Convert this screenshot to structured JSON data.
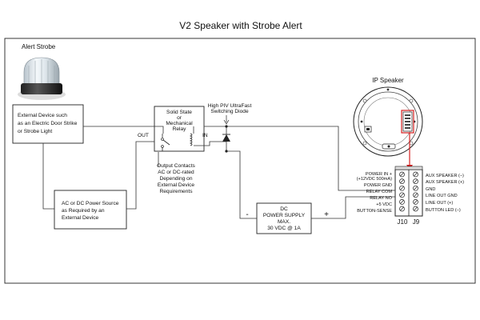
{
  "title": "V2 Speaker with Strobe Alert",
  "strobe": {
    "label": "Alert Strobe"
  },
  "external_device": {
    "lines": [
      "External Device such",
      "as an Electric Door Strike",
      "or Strobe Light"
    ]
  },
  "power_source": {
    "lines": [
      "AC or DC Power Source",
      "as Required by an",
      "External Device"
    ]
  },
  "relay": {
    "lines": [
      "Solid State",
      "or",
      "Mechanical",
      "Relay"
    ],
    "out_label": "OUT",
    "in_label": "IN"
  },
  "output_contacts_note": {
    "lines": [
      "Output Contacts",
      "AC or DC-rated",
      "Depending on",
      "External Device",
      "Requirements"
    ]
  },
  "diode": {
    "lines": [
      "High PIV UltraFast",
      "Switching Diode"
    ]
  },
  "dc_supply": {
    "lines": [
      "DC",
      "POWER SUPPLY",
      "MAX.",
      "30 VDC @ 1A"
    ],
    "minus": "-",
    "plus": "+"
  },
  "ip_speaker": {
    "label": "IP Speaker"
  },
  "connector_j10": {
    "name": "J10",
    "pins": [
      "POWER IN +",
      "(+12VDC 500mA)",
      "POWER GND",
      "RELAY COM",
      "RELAY NO",
      "+5 VDC",
      "BUTTON-SENSE"
    ]
  },
  "connector_j9": {
    "name": "J9",
    "pins": [
      "AUX SPEAKER (–)",
      "AUX SPEAKER (+)",
      "GND",
      "LINE OUT GND",
      "LINE OUT (+)",
      "BUTTON LED (–)"
    ]
  },
  "colors": {
    "highlight": "#d42020",
    "wire": "#333333"
  }
}
